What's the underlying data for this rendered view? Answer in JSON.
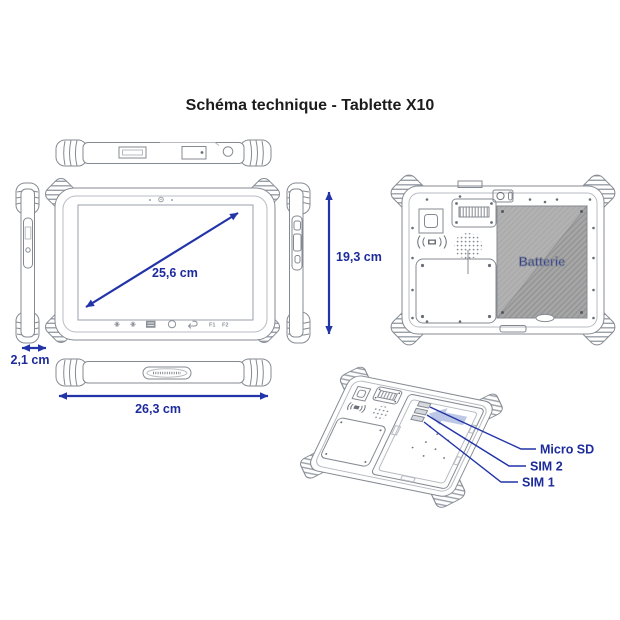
{
  "title": "Schéma technique - Tablette X10",
  "colors": {
    "accent_blue": "#2234a8",
    "label_blue": "#1d2b9b",
    "line_gray": "#858a92",
    "battery_gray": "#a6a6a6",
    "background": "#ffffff"
  },
  "dimensions": {
    "diagonal_label": "25,6 cm",
    "height_label": "19,3 cm",
    "thickness_label": "2,1 cm",
    "width_label": "26,3 cm"
  },
  "front_view": {
    "f1_label": "F1",
    "f2_label": "F2"
  },
  "back_view": {
    "battery_label": "Batterie"
  },
  "perspective_view": {
    "micro_sd_label": "Micro SD",
    "sim2_label": "SIM 2",
    "sim1_label": "SIM 1"
  }
}
